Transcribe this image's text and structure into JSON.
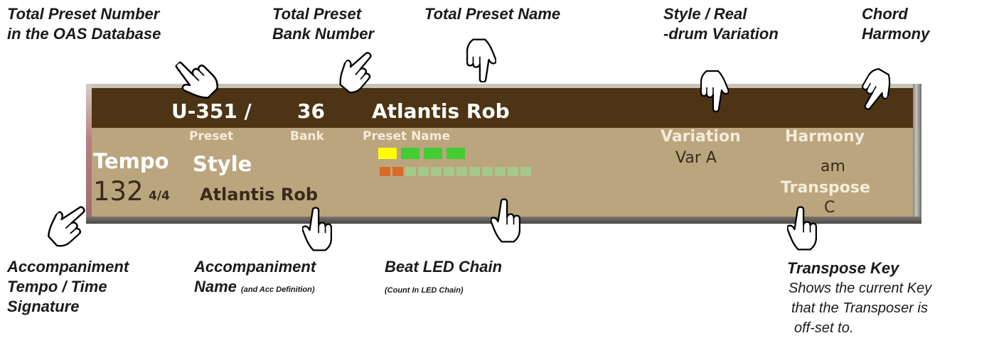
{
  "annotations": {
    "total_preset_number": [
      "Total Preset Number",
      "in the OAS Database"
    ],
    "total_bank_number": [
      "Total Preset",
      "Bank Number"
    ],
    "total_preset_name": "Total Preset Name",
    "style_variation": [
      "Style / Real",
      "-drum Variation"
    ],
    "chord_harmony": [
      "Chord",
      "Harmony"
    ],
    "acc_tempo": [
      "Accompaniment",
      "Tempo / Time",
      "Signature"
    ],
    "acc_name_1": "Accompaniment",
    "acc_name_2": "Name",
    "acc_name_sub": "(and Acc Definition)",
    "beat_led": "Beat LED Chain",
    "beat_led_sub": "(Count In LED Chain)",
    "transpose_key": "Transpose Key",
    "transpose_desc": [
      "Shows the current Key",
      "that the Transposer is",
      "off-set to."
    ]
  },
  "display": {
    "preset_number": "U-351 /",
    "bank_number": "36",
    "preset_name": "Atlantis Rob",
    "labels": {
      "preset": "Preset",
      "bank": "Bank",
      "preset_name": "Preset Name",
      "variation": "Variation",
      "harmony": "Harmony",
      "tempo": "Tempo",
      "style": "Style",
      "transpose": "Transpose"
    },
    "variation_value": "Var A",
    "harmony_value": "am",
    "transpose_value": "C",
    "tempo_value": "132",
    "time_signature": "4/4",
    "style_name": "Atlantis Rob",
    "beat_leds_top": [
      "#ffff00",
      "#44cc33",
      "#44cc33",
      "#44cc33"
    ],
    "beat_leds_bottom_active": 2,
    "beat_leds_bottom_total": 12,
    "colors": {
      "title_bar": "#4d3414",
      "body": "#bba57e",
      "led_active": "#d96a2a",
      "led_inactive": "#a5c98a"
    }
  },
  "icons": [
    "pointing-hand-icon"
  ]
}
